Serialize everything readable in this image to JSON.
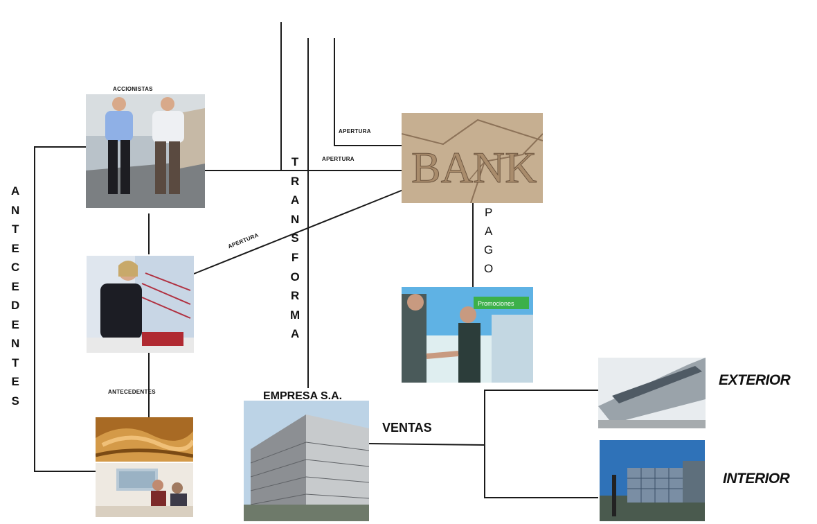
{
  "labels": {
    "accionistas": "ACCIONISTAS",
    "apertura_top": "APERTURA",
    "apertura_mid": "APERTURA",
    "apertura_diag": "APERTURA",
    "antecedentes_small": "ANTECEDENTES",
    "empresa": "EMPRESA S.A.",
    "ventas": "VENTAS",
    "exterior": "EXTERIOR",
    "interior": "INTERIOR"
  },
  "vertical": {
    "antecedentes": [
      "A",
      "N",
      "T",
      "E",
      "C",
      "E",
      "D",
      "E",
      "N",
      "T",
      "E",
      "S"
    ],
    "transforma": [
      "T",
      "R",
      "A",
      "N",
      "S",
      "F",
      "O",
      "R",
      "M",
      "A"
    ],
    "pago": [
      "P",
      "A",
      "G",
      "O"
    ]
  },
  "bank_text": "BANK",
  "sign_text": "Promociones"
}
